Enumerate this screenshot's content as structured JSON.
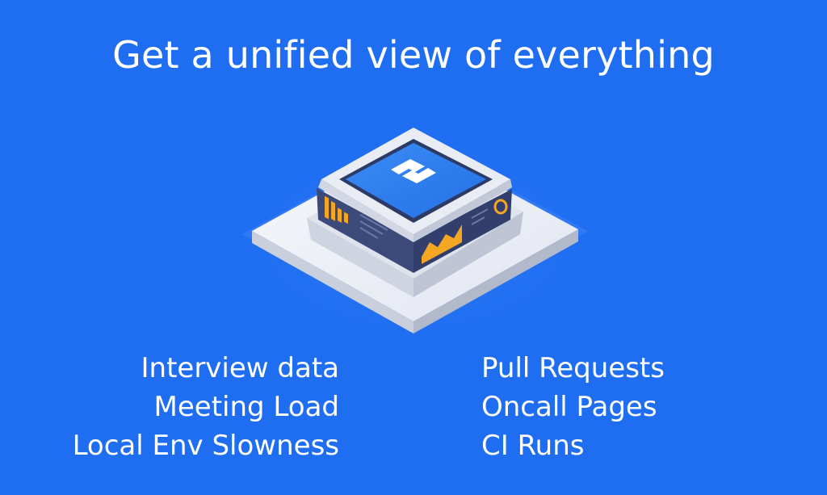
{
  "slide": {
    "title": "Get a unified view of everything",
    "left_items": [
      "Interview data",
      "Meeting Load",
      "Local Env Slowness"
    ],
    "right_items": [
      "Pull Requests",
      "Oncall Pages",
      "CI Runs"
    ],
    "colors": {
      "background": "#1f6df1",
      "text": "#ffffff",
      "screen": "#2e7ff0",
      "panel_dark": "#3c4a7a",
      "accent_orange": "#f5a623"
    },
    "icons": {
      "device": "hub-device-icon",
      "logo": "sync-logo-icon",
      "bar_chart": "bar-chart-icon",
      "area_chart": "area-chart-icon",
      "gauge": "gauge-icon"
    }
  }
}
